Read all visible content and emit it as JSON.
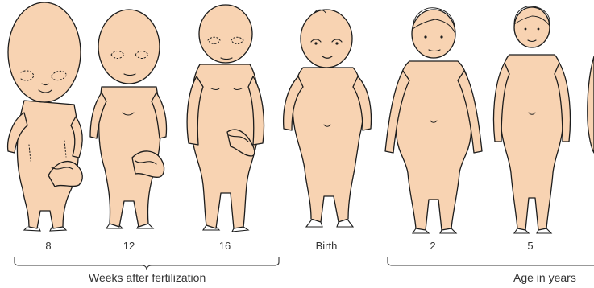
{
  "stages": [
    {
      "label": "8"
    },
    {
      "label": "12"
    },
    {
      "label": "16"
    },
    {
      "label": "Birth"
    },
    {
      "label": "2"
    },
    {
      "label": "5"
    }
  ],
  "groups": {
    "prenatal": "Weeks after fertilization",
    "postnatal": "Age in years"
  },
  "colors": {
    "skin": "#f8d3b2",
    "outline": "#1c1c1c",
    "text": "#333333"
  }
}
